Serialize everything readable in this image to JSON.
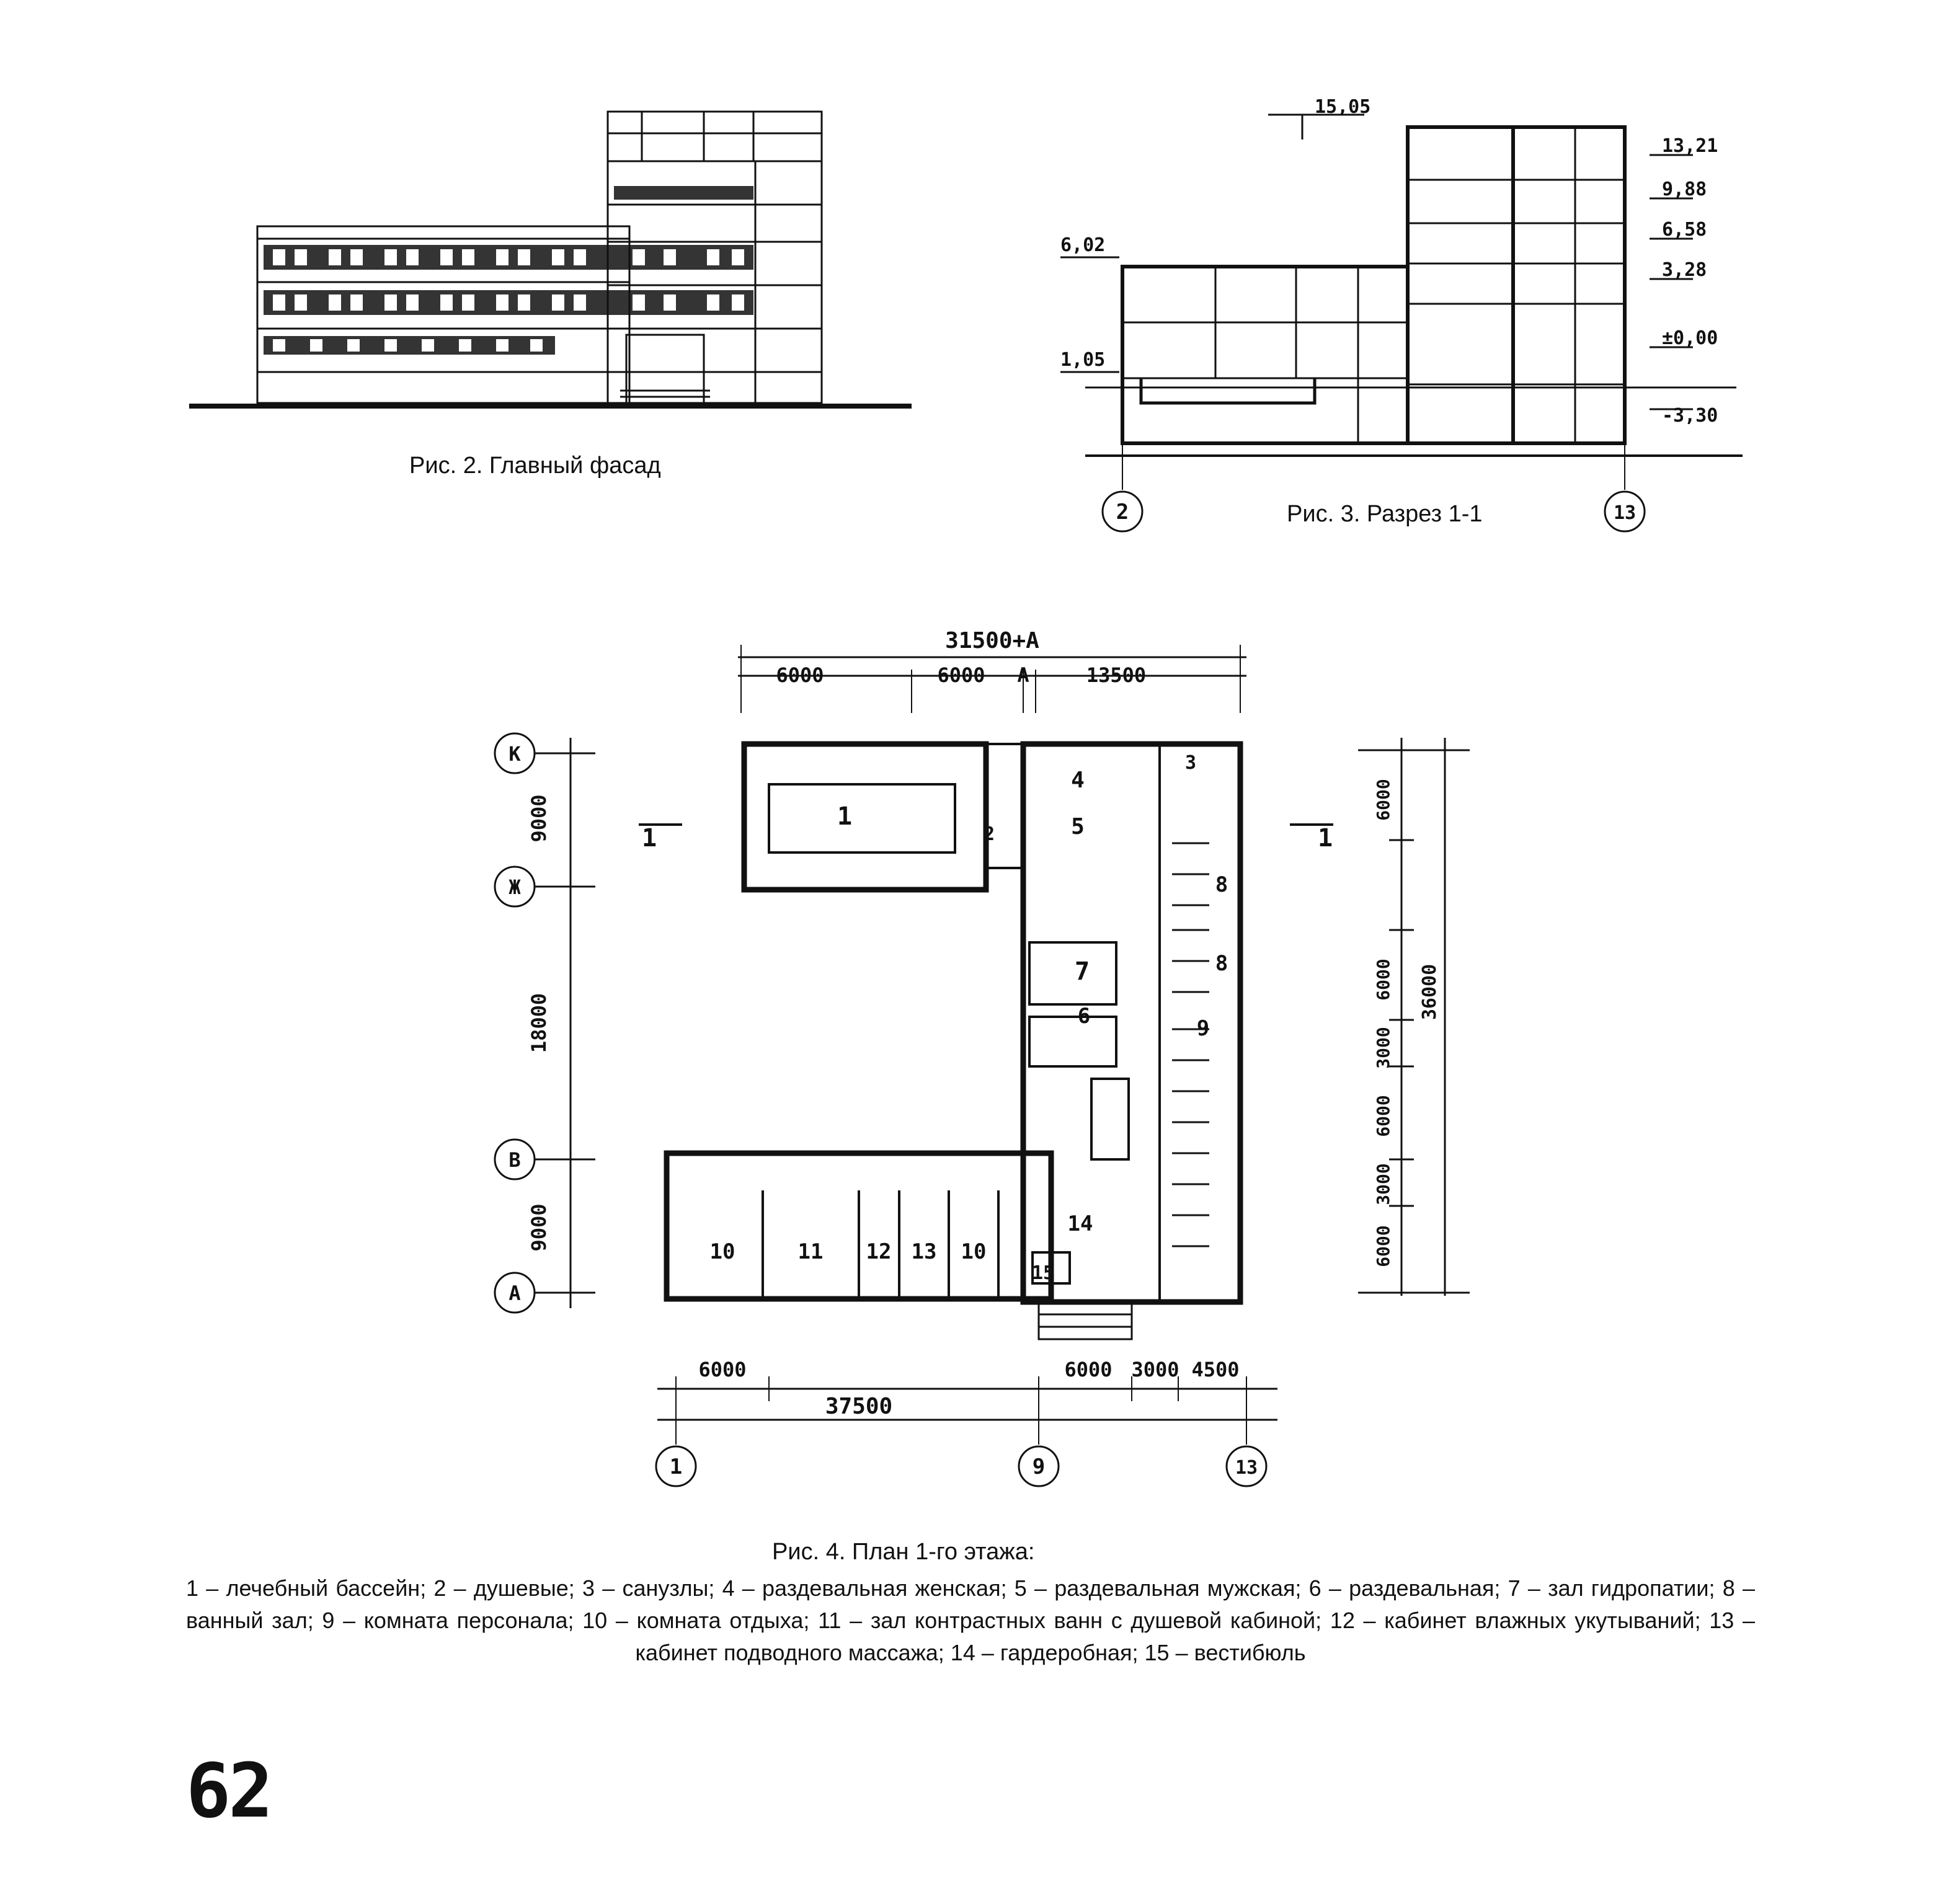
{
  "figures": {
    "facade": {
      "caption": "Рис. 2. Главный фасад"
    },
    "section": {
      "caption": "Рис. 3. Разрез 1-1",
      "levels_right": [
        "13,21",
        "9,88",
        "6,58",
        "3,28",
        "±0,00",
        "-3,30"
      ],
      "level_top": "15,05",
      "level_left_upper": "6,02",
      "level_left_lower": "1,05",
      "axes": [
        "2",
        "13"
      ]
    },
    "plan": {
      "caption": "Рис. 4. План 1-го этажа:",
      "dims_top_total": "31500+А",
      "dims_top": [
        "6000",
        "6000",
        "А",
        "13500"
      ],
      "dims_left": [
        "9000",
        "18000",
        "9000"
      ],
      "axes_left": [
        "К",
        "Ж",
        "В",
        "А"
      ],
      "dims_right_total": "36000",
      "dims_right": [
        "6000",
        "6000",
        "3000",
        "6000",
        "3000",
        "6000"
      ],
      "dims_bottom_total": "37500",
      "dims_bottom": [
        "6000",
        "6000",
        "3000",
        "4500"
      ],
      "axes_bottom": [
        "1",
        "9",
        "13"
      ],
      "section_mark": "1",
      "rooms": [
        "1",
        "2",
        "3",
        "4",
        "5",
        "6",
        "7",
        "8",
        "8",
        "9",
        "10",
        "11",
        "12",
        "13",
        "10",
        "14",
        "15"
      ]
    }
  },
  "legend": "1 – лечебный бассейн; 2 – душевые; 3 – санузлы; 4 – раздевальная женская; 5 – раздевальная мужская; 6 – раздевальная; 7 – зал гидропатии; 8 – ванный зал; 9 – комната персонала; 10 – комната отдыха; 11 – зал контрастных ванн с душевой кабиной; 12 – кабинет влажных укутываний; 13 – кабинет подводного массажа; 14 – гардеробная; 15 – вестибюль",
  "page_number": "62"
}
